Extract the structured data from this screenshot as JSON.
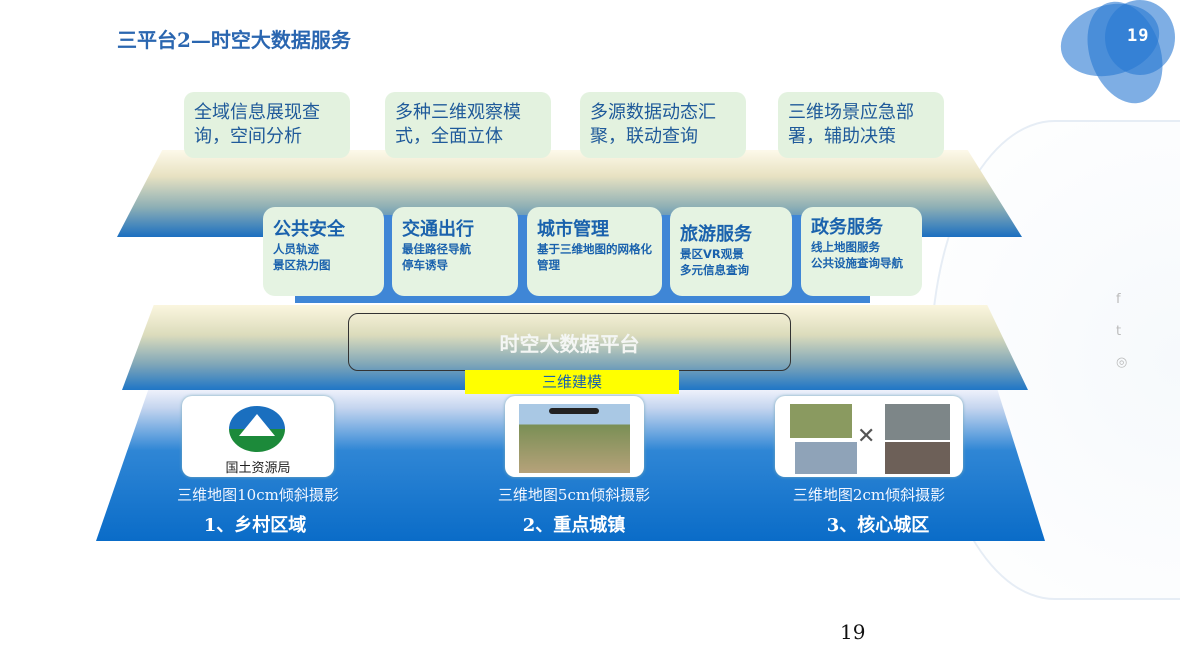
{
  "title": "三平台2—时空大数据服务",
  "slide_badge": "19",
  "top_features": [
    "全域信息展现查询，空间分析",
    "多种三维观察模式，全面立体",
    "多源数据动态汇聚，联动查询",
    "三维场景应急部署，辅助决策"
  ],
  "services": [
    {
      "title": "公共安全",
      "lines": [
        "人员轨迹",
        "景区热力图"
      ]
    },
    {
      "title": "交通出行",
      "lines": [
        "最佳路径导航",
        "停车诱导"
      ]
    },
    {
      "title": "城市管理",
      "lines": [
        "基于三维地图的网格化管理"
      ]
    },
    {
      "title": "旅游服务",
      "lines": [
        "景区VR观景",
        "多元信息查询"
      ]
    },
    {
      "title": "政务服务",
      "lines": [
        "线上地图服务",
        "公共设施查询导航"
      ]
    }
  ],
  "platform": "时空大数据平台",
  "modeling": "三维建模",
  "levels": [
    {
      "logo_text": "国土资源局",
      "caption": "三维地图10cm倾斜摄影",
      "label": "1、乡村区域"
    },
    {
      "caption": "三维地图5cm倾斜摄影",
      "label": "2、重点城镇"
    },
    {
      "caption": "三维地图2cm倾斜摄影",
      "label": "3、核心城区"
    }
  ],
  "page_number": "19",
  "social": {
    "facebook": "f",
    "twitter": "t",
    "instagram": "◎"
  }
}
